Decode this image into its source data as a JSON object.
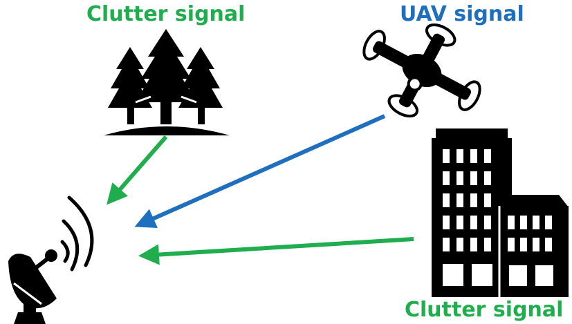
{
  "labels": {
    "clutter_top": "Clutter signal",
    "uav": "UAV signal",
    "clutter_bottom": "Clutter signal"
  },
  "colors": {
    "clutter": "#1fad4e",
    "uav": "#1f6fbf",
    "icon": "#000000",
    "background": "#ffffff"
  },
  "icons": {
    "trees": "trees-icon",
    "drone": "drone-icon",
    "building": "building-icon",
    "radar": "radar-dish-icon"
  }
}
